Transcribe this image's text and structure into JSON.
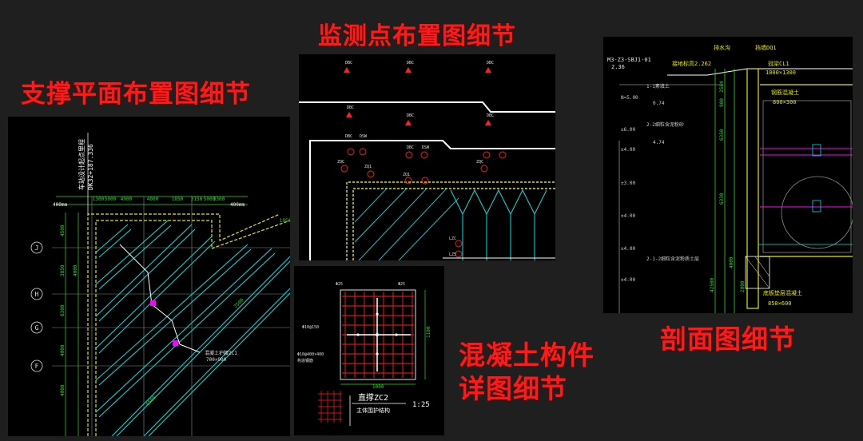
{
  "titles": {
    "support_plan": "支撑平面布置图细节",
    "monitoring": "监测点布置图细节",
    "section": "剖面图细节",
    "concrete_line1": "混凝土构件",
    "concrete_line2": "详图细节"
  },
  "support_plan": {
    "station_label": "车站设计起点里程",
    "station_mileage": "DK32+187.336",
    "dim_400_left": "400mm",
    "dim_400_right": "400mm",
    "top_dims": [
      "1300",
      "5000",
      "4000",
      "4000",
      "1850",
      "3150",
      "5000",
      "3300"
    ],
    "axis_labels": [
      "J",
      "H",
      "G",
      "F"
    ],
    "left_dims": [
      "4500",
      "3850",
      "4000",
      "6300",
      "4000",
      "4000"
    ],
    "member_label": "混凝土护腰ZC1",
    "member_size": "700×900",
    "diag_dims": [
      "7500",
      "6500"
    ],
    "corner_dim": "1950"
  },
  "monitoring": {
    "point_labels": [
      "DBC",
      "DBC",
      "DBC",
      "DBC",
      "DBC",
      "DBC",
      "DBC",
      "DBC",
      "DSW",
      "DSW",
      "ZQC",
      "ZQ1",
      "ZQ1",
      "ZQC",
      "LZC",
      "LZ5"
    ]
  },
  "section": {
    "title_code": "M3-Z3-SBJ1-01",
    "level_top": "2.36",
    "ground_mark": "接地标高2.262",
    "drain": "排水沟",
    "pipe": "挡墙DQ1",
    "beam_label": "冠梁CL1",
    "beam_size": "1000×1300",
    "waist_label": "钢筋混凝土",
    "waist_size": "800×300",
    "levels": [
      "N=5.00",
      "0.74",
      "±6.00",
      "4.74",
      "±4.00",
      "±3.00",
      "±4.00",
      "±4.00",
      "±4.00"
    ],
    "layer_notes": [
      "1-1素填土",
      "2-2细粒含泥粉砂",
      "2-1-2细粒含泥粉质土层"
    ],
    "dims_vertical": [
      "2584",
      "900",
      "6350",
      "6330",
      "4000",
      "42500",
      "2000"
    ],
    "bottom_label": "底板垫层混凝土",
    "bottom_size": "850×600"
  },
  "concrete": {
    "rebar_top": "Φ25",
    "rebar_mid": "Φ10@150",
    "rebar_low": "Φ10@400×400",
    "note": "构造钢筋",
    "width_dim": "1000",
    "height_dim": "1100",
    "name": "直撑ZC2",
    "subtitle": "主体围护结构",
    "scale": "1:25"
  },
  "colors": {
    "title_red": "#ff1a1a",
    "cad_bg": "#000000",
    "page_bg": "#1f1f1f",
    "cyan": "#00e5e5",
    "green": "#2bd92b",
    "yellow": "#e6e600",
    "red_line": "#ff2020",
    "magenta": "#ff00ff"
  }
}
